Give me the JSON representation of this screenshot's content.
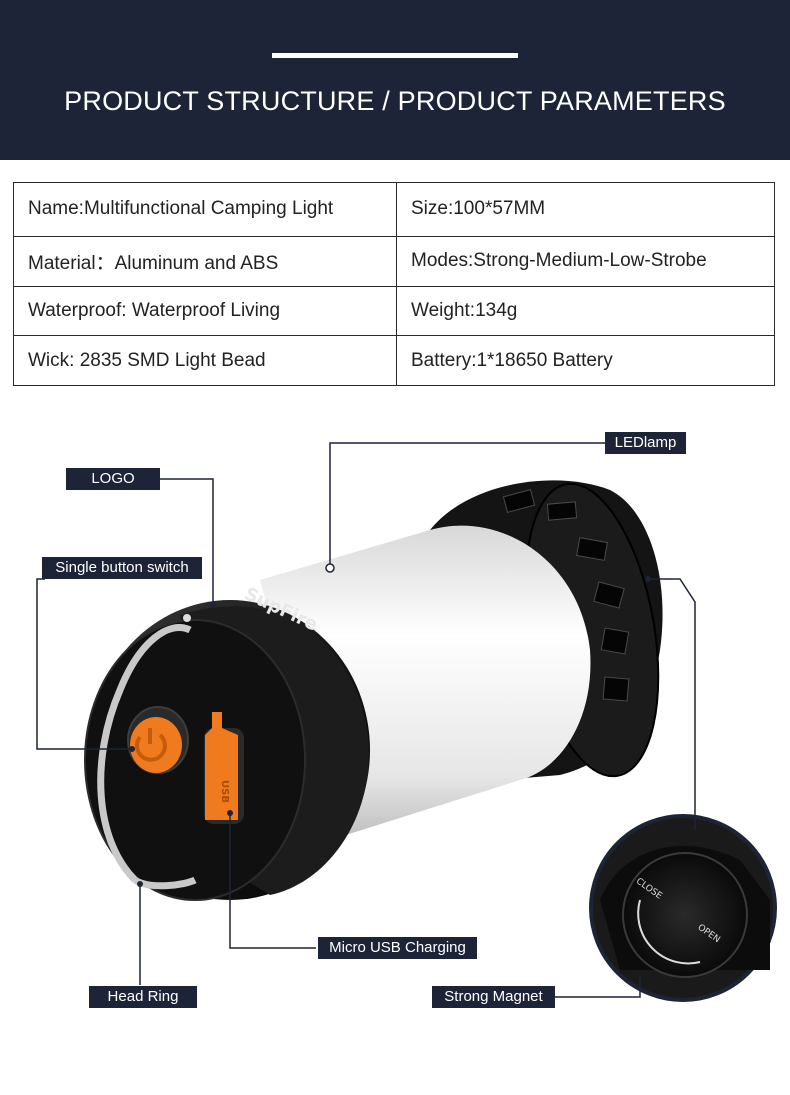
{
  "header": {
    "title": "PRODUCT STRUCTURE / PRODUCT PARAMETERS"
  },
  "parameters": [
    [
      "Name:Multifunctional Camping Light",
      "Size:100*57MM"
    ],
    [
      "Material：Aluminum and ABS",
      "Modes:Strong-Medium-Low-Strobe"
    ],
    [
      "Waterproof: Waterproof Living",
      "Weight:134g"
    ],
    [
      "Wick: 2835 SMD Light Bead",
      "Battery:1*18650 Battery"
    ]
  ],
  "callouts": {
    "led_lamp": "LEDlamp",
    "logo": "LOGO",
    "single_button": "Single button switch",
    "micro_usb": "Micro USB Charging",
    "head_ring": "Head Ring",
    "strong_magnet": "Strong Magnet"
  },
  "product_markings": {
    "brand": "SupFire",
    "usb_port": "USB",
    "close": "CLOSE",
    "open": "OPEN"
  },
  "colors": {
    "header_bg": "#1e2437",
    "button_orange": "#f07a1e",
    "body_black": "#141414",
    "diffuser_white": "#efefef"
  }
}
